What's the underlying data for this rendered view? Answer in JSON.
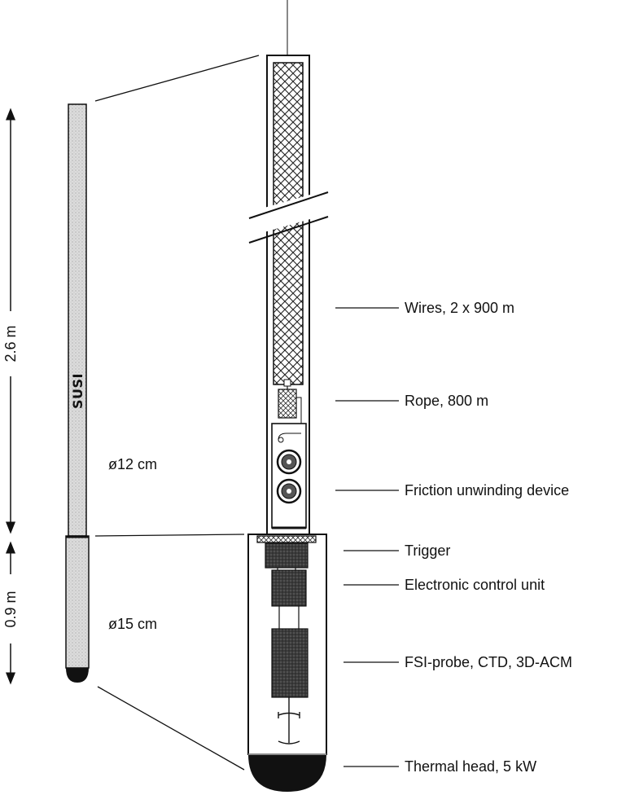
{
  "overview": {
    "name": "SUSI",
    "length_upper": "2.6 m",
    "length_lower": "0.9 m",
    "diameter_upper": "ø12 cm",
    "diameter_lower": "ø15 cm"
  },
  "components": [
    {
      "label": "Wires, 2 x 900 m"
    },
    {
      "label": "Rope, 800 m"
    },
    {
      "label": "Friction unwinding device"
    },
    {
      "label": "Trigger"
    },
    {
      "label": "Electronic control unit"
    },
    {
      "label": "FSI-probe, CTD, 3D-ACM"
    },
    {
      "label": "Thermal head, 5 kW"
    }
  ],
  "colors": {
    "ink": "#111111",
    "body_gray": "#d6d6d6",
    "dark_fill": "#3a3a3a"
  }
}
